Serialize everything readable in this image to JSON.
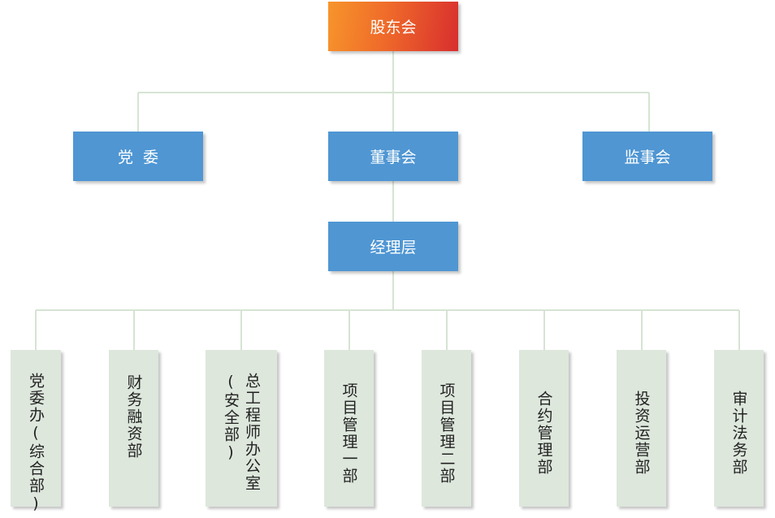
{
  "chart": {
    "top_node": "股东会",
    "level2": {
      "party": "党委",
      "board": "董事会",
      "supervisors": "监事会"
    },
    "management": "经理层",
    "departments": [
      "党委办(综合部)",
      "财务融资部",
      "总工程师办公室\n(安全部)",
      "项目管理一部",
      "项目管理二部",
      "合约管理部",
      "投资运营部",
      "审计法务部"
    ]
  },
  "colors": {
    "top_gradient": [
      "#f7952b",
      "#d82e2e"
    ],
    "node_blue": "#4f96d3",
    "dept_fill": "#dde7dc",
    "connector": "#d6e4d3"
  }
}
